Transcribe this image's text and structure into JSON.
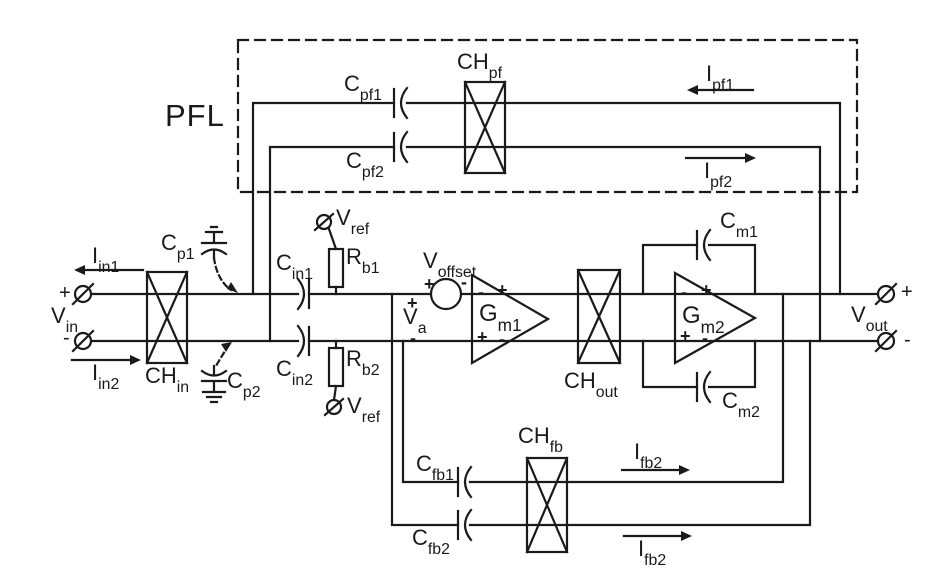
{
  "colors": {
    "ink": "#1a1a1a",
    "background": "#ffffff"
  },
  "icons": {
    "terminal": "circle-slash",
    "chopper": "box-with-x",
    "ground": "ground-hatch",
    "capacitor": "parallel-plates",
    "amplifier": "triangle-right"
  },
  "signs": {
    "plus": "+",
    "minus": "-"
  },
  "labels": {
    "pfl": "PFL",
    "cpf1": {
      "m": "C",
      "s": "pf1"
    },
    "cpf2": {
      "m": "C",
      "s": "pf2"
    },
    "chpf": {
      "m": "CH",
      "s": "pf"
    },
    "ipf1": {
      "m": "I",
      "s": "pf1"
    },
    "ipf2": {
      "m": "I",
      "s": "pf2"
    },
    "cp1": {
      "m": "C",
      "s": "p1"
    },
    "cp2": {
      "m": "C",
      "s": "p2"
    },
    "iin1": {
      "m": "I",
      "s": "in1"
    },
    "iin2": {
      "m": "I",
      "s": "in2"
    },
    "vin": {
      "m": "V",
      "s": "in"
    },
    "chin": {
      "m": "CH",
      "s": "in"
    },
    "cin1": {
      "m": "C",
      "s": "in1"
    },
    "cin2": {
      "m": "C",
      "s": "in2"
    },
    "rb1": {
      "m": "R",
      "s": "b1"
    },
    "rb2": {
      "m": "R",
      "s": "b2"
    },
    "vref_top": {
      "m": "V",
      "s": "ref"
    },
    "vref_bottom": {
      "m": "V",
      "s": "ref"
    },
    "voffset": {
      "m": "V",
      "s": "offset"
    },
    "va": {
      "m": "V",
      "s": "a"
    },
    "gm1": {
      "m": "G",
      "s": "m1"
    },
    "gm2": {
      "m": "G",
      "s": "m2"
    },
    "chout": {
      "m": "CH",
      "s": "out"
    },
    "cm1": {
      "m": "C",
      "s": "m1"
    },
    "cm2": {
      "m": "C",
      "s": "m2"
    },
    "vout": {
      "m": "V",
      "s": "out"
    },
    "cfb1": {
      "m": "C",
      "s": "fb1"
    },
    "cfb2": {
      "m": "C",
      "s": "fb2"
    },
    "chfb": {
      "m": "CH",
      "s": "fb"
    },
    "ifb2_top": {
      "m": "I",
      "s": "fb2"
    },
    "ifb2_bottom": {
      "m": "I",
      "s": "fb2"
    }
  }
}
